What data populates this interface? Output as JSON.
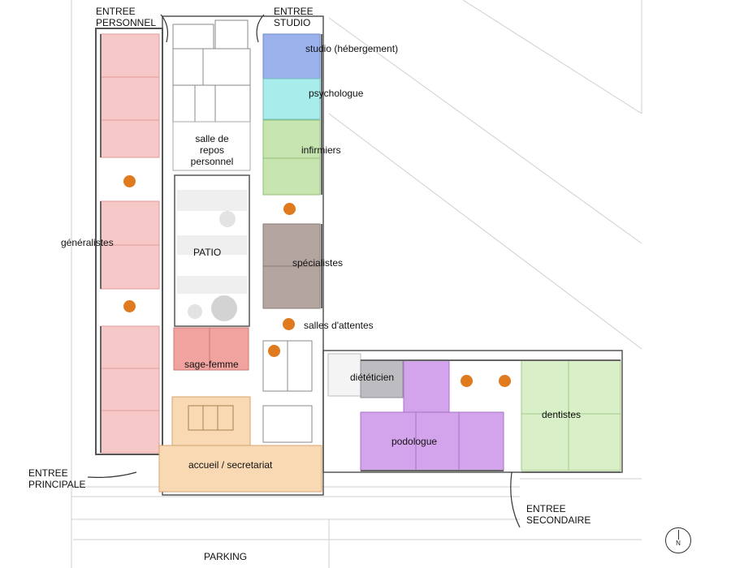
{
  "colors": {
    "generalistes": "#f6c8c8",
    "generalistes_edge": "#e79a9a",
    "sage_femme": "#f1a3a0",
    "studio": "#9ab1ec",
    "psychologue": "#a8ecec",
    "infirmiers": "#c6e5b0",
    "specialistes": "#b5a5a0",
    "accueil": "#f9d9b3",
    "dieteticien": "#bdbdc1",
    "podologue": "#d3a4ec",
    "dentistes": "#d8efc7",
    "waiting_dot": "#e07a1f",
    "walls": "#555555"
  },
  "labels": {
    "entree_personnel": [
      "ENTREE",
      "PERSONNEL"
    ],
    "entree_studio": [
      "ENTREE",
      "STUDIO"
    ],
    "entree_principale": [
      "ENTREE",
      "PRINCIPALE"
    ],
    "entree_secondaire": [
      "ENTREE",
      "SECONDAIRE"
    ],
    "studio": "studio (hébergement)",
    "psychologue": "psychologue",
    "infirmiers": "infirmiers",
    "salle_repos": [
      "salle de",
      "repos",
      "personnel"
    ],
    "patio": "PATIO",
    "generalistes": "généralistes",
    "specialistes": "spécialistes",
    "salles_attentes": "salles d'attentes",
    "sage_femme": "sage-femme",
    "dieteticien": "diététicien",
    "dentistes": "dentistes",
    "podologue": "podologue",
    "accueil": "accueil / secretariat",
    "parking": "PARKING",
    "north": "N"
  },
  "icons": [
    "compass-north-icon",
    "entrance-arrow-icon"
  ]
}
